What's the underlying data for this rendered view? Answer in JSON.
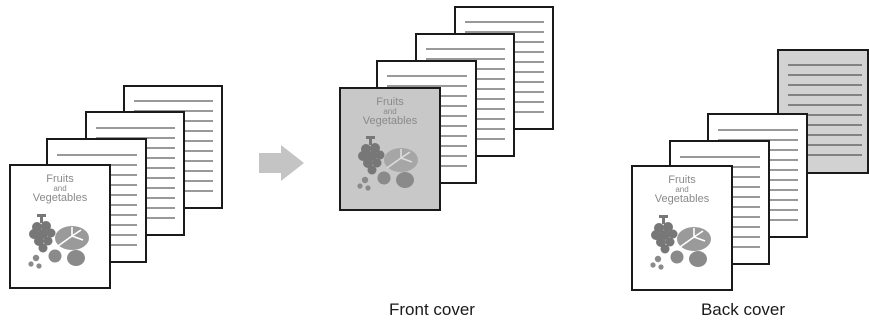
{
  "cover_text": {
    "line1": "Fruits",
    "line2": "and",
    "line3": "Vegetables"
  },
  "captions": {
    "front": "Front cover",
    "back": "Back cover"
  },
  "colors": {
    "page_stroke": "#1a1a1a",
    "page_fill": "#ffffff",
    "cover_shaded_fill": "#c8c8c8",
    "text_line": "#333333",
    "cover_text": "#8a8a8a",
    "grapes": "#777777",
    "leaf": "#9a9a9a",
    "arrow": "#c4c4c4"
  },
  "icons": [
    "arrow-right-icon",
    "grapes-icon",
    "leaf-icon",
    "fruit-icon"
  ]
}
